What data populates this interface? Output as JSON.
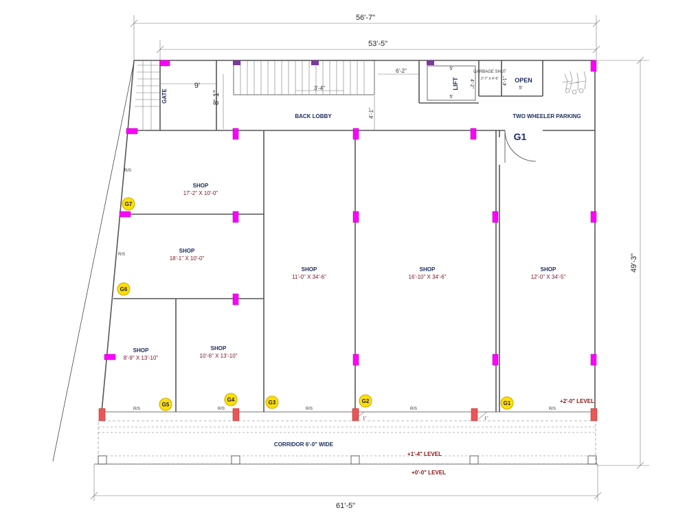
{
  "dimensions": {
    "top_outer": "56'-7\"",
    "top_inner": "53'-5\"",
    "right": "49'-3\"",
    "bottom": "61'-5\"",
    "gate_width": "9'",
    "gate_depth": "8'-1\"",
    "stair_step": "3'-4\"",
    "lobby_to_lift": "6'-2\"",
    "lobby_depth": "4'-1\"",
    "lift_w_top": "5'",
    "lift_w_bottom": "5'",
    "lift_h": "4'-2\"",
    "open_w": "5'",
    "open_h": "4'-1\""
  },
  "labels": {
    "gate": "GATE",
    "back_lobby": "BACK LOBBY",
    "lift": "LIFT",
    "garbage_title": "GARBAGE SHUT",
    "garbage_size": "2'-7\" X 4'-6\"",
    "open": "OPEN",
    "parking": "TWO WHEELER PARKING",
    "floor_tag": "G1",
    "corridor": "CORRIDOR 6'-0\" WIDE",
    "level_shops": "+2'-0\" LEVEL",
    "level_corridor": "+1'-4\" LEVEL",
    "level_ground": "+0'-0\" LEVEL",
    "rs": "R/S",
    "slope": "1\""
  },
  "shops": [
    {
      "tag": "G7",
      "name": "SHOP",
      "size": "17'-2\" X 10'-0\""
    },
    {
      "tag": "G6",
      "name": "SHOP",
      "size": "18'-1\" X 10'-0\""
    },
    {
      "tag": "G5",
      "name": "SHOP",
      "size": "8'-9\" X 13'-10\""
    },
    {
      "tag": "G4",
      "name": "SHOP",
      "size": "10'-6\" X 13'-10\""
    },
    {
      "tag": "G3",
      "name": "SHOP",
      "size": "11'-0\" X 34'-6\""
    },
    {
      "tag": "G2",
      "name": "SHOP",
      "size": "16'-10\" X 34'-6\""
    },
    {
      "tag": "G1",
      "name": "SHOP",
      "size": "12'-0\" X 34'-5\""
    }
  ],
  "colors": {
    "column": "#ff00ff",
    "column_dark": "#7a3a9a",
    "column_front": "#ee5555",
    "badge": "#ffe000",
    "badge_border": "#c8a800"
  }
}
